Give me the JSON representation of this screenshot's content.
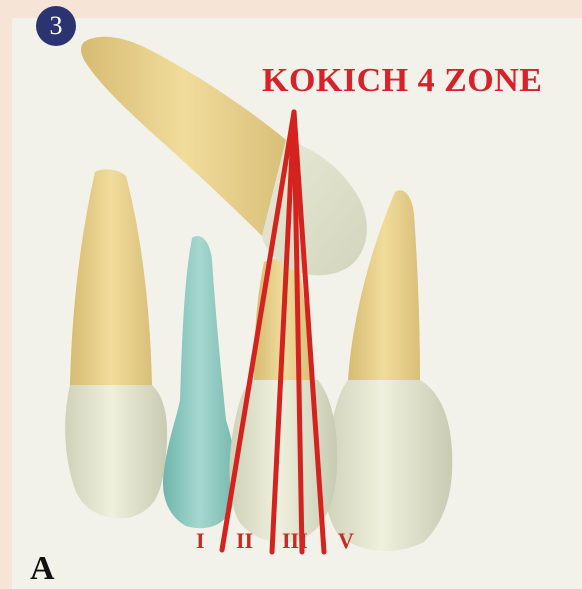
{
  "figure": {
    "badge_number": "3",
    "title": "KOKICH 4 ZONE",
    "panel_letter": "A",
    "zone_labels": [
      "I",
      "II",
      "III",
      "V"
    ]
  },
  "colors": {
    "background": "#f6e4d6",
    "panel": "#f3f2ea",
    "badge": "#2b3470",
    "title": "#d8222a",
    "zone_lines": "#d4231f",
    "root_yellow": "#e8cf88",
    "crown": "#e8e9d2",
    "lateral_root": "#8fc9c0"
  }
}
